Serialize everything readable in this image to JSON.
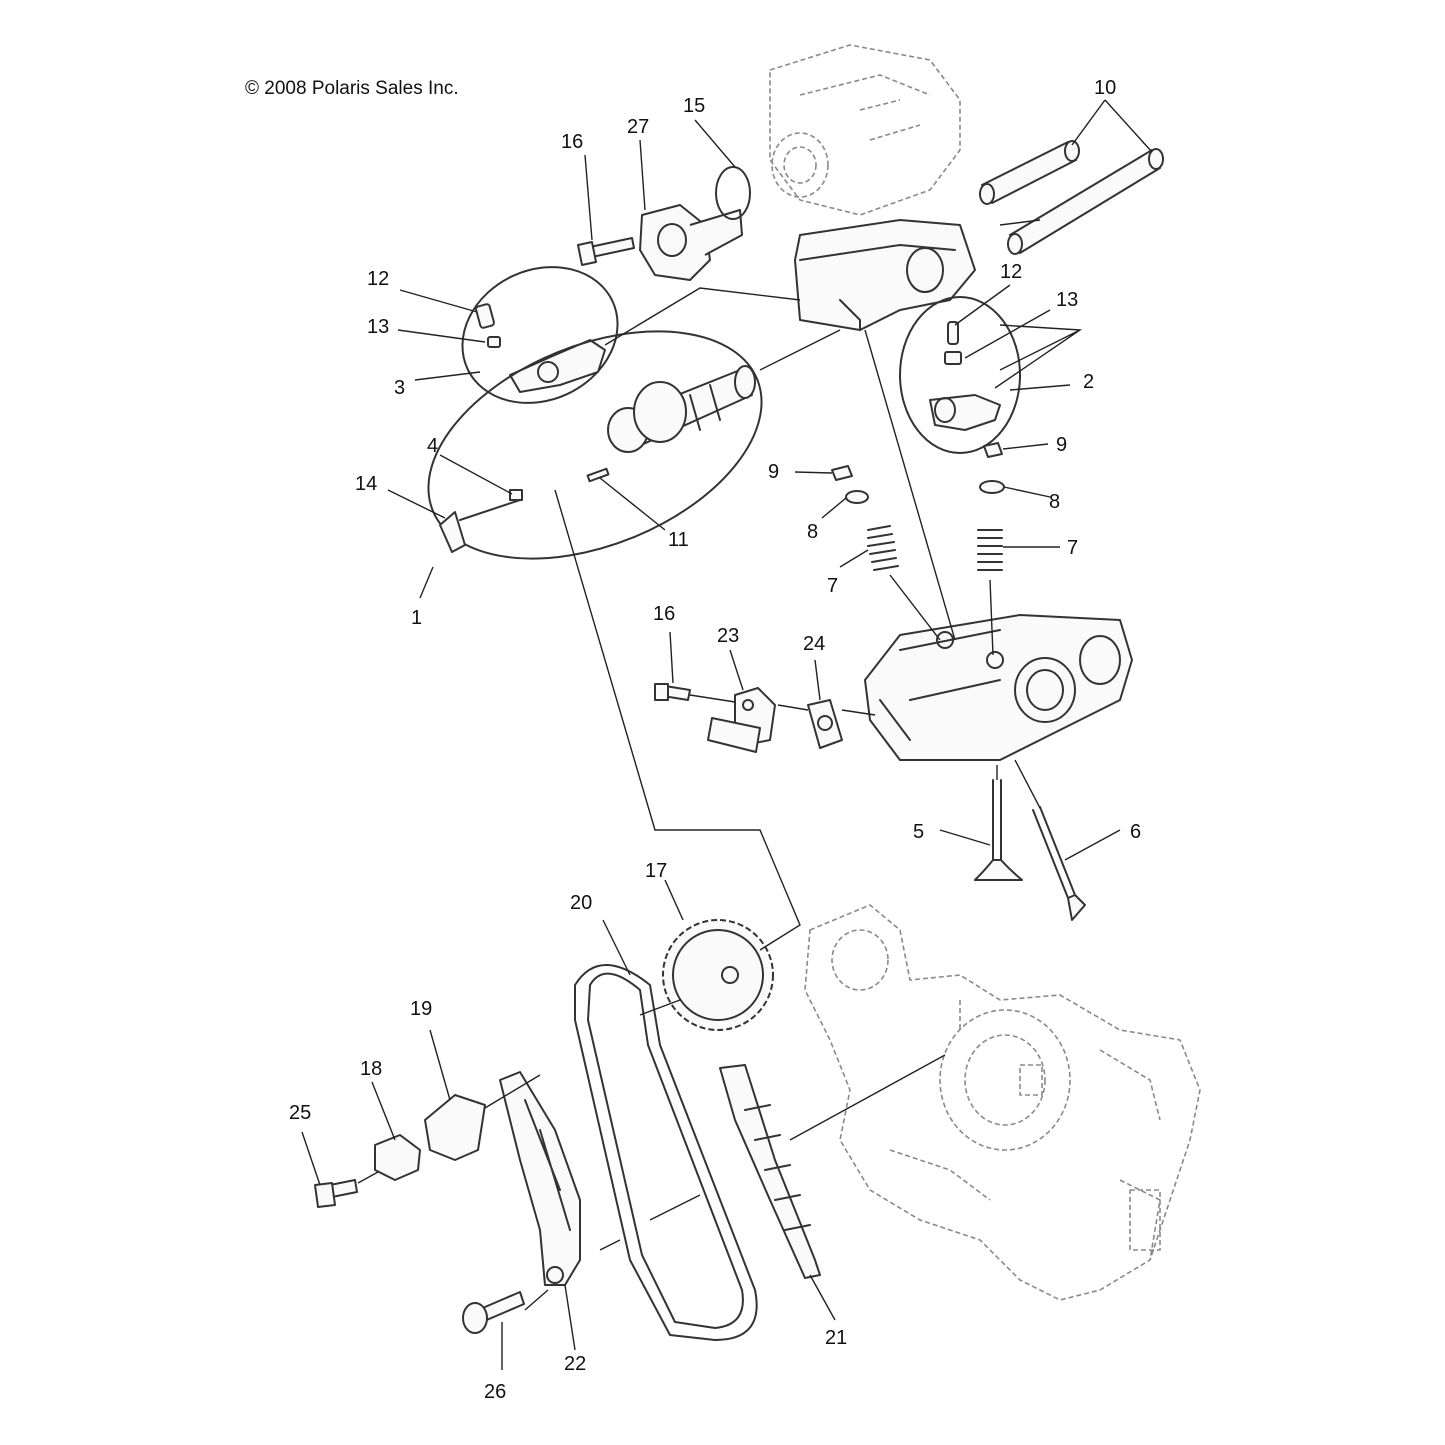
{
  "copyright": "© 2008 Polaris Sales Inc.",
  "callouts": {
    "c1": "1",
    "c2": "2",
    "c3": "3",
    "c4": "4",
    "c5": "5",
    "c6": "6",
    "c7a": "7",
    "c7b": "7",
    "c8a": "8",
    "c8b": "8",
    "c9a": "9",
    "c9b": "9",
    "c10": "10",
    "c11": "11",
    "c12a": "12",
    "c12b": "12",
    "c13a": "13",
    "c13b": "13",
    "c14": "14",
    "c15": "15",
    "c16a": "16",
    "c16b": "16",
    "c17": "17",
    "c18": "18",
    "c19": "19",
    "c20": "20",
    "c21": "21",
    "c22": "22",
    "c23": "23",
    "c24": "24",
    "c25": "25",
    "c26": "26",
    "c27": "27"
  }
}
